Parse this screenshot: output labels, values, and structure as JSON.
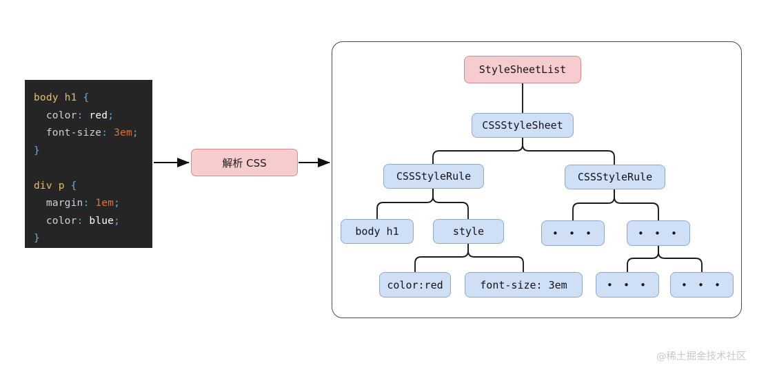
{
  "diagram": {
    "title": "CSS parsing to CSSOM structure",
    "colors": {
      "code_background": "#252526",
      "pink_fill": "#f7ccce",
      "pink_stroke": "#d98b90",
      "blue_fill": "#cfdff5",
      "blue_stroke": "#8fa8cc",
      "container_stroke": "#4a4a52",
      "link_stroke": "#1a1a1a",
      "watermark": "#c9c9c9"
    }
  },
  "code_block": {
    "language": "css",
    "lines": [
      {
        "tokens": [
          {
            "t": "body h1 ",
            "c": "sel"
          },
          {
            "t": "{",
            "c": "brace"
          }
        ]
      },
      {
        "tokens": [
          {
            "t": "  color",
            "c": "prop"
          },
          {
            "t": ":",
            "c": "colon"
          },
          {
            "t": " red",
            "c": "val"
          },
          {
            "t": ";",
            "c": "semi"
          }
        ]
      },
      {
        "tokens": [
          {
            "t": "  font-size",
            "c": "prop"
          },
          {
            "t": ":",
            "c": "colon"
          },
          {
            "t": " 3em",
            "c": "num"
          },
          {
            "t": ";",
            "c": "semi"
          }
        ]
      },
      {
        "tokens": [
          {
            "t": "}",
            "c": "brace"
          }
        ]
      },
      {
        "tokens": []
      },
      {
        "tokens": [
          {
            "t": "div p ",
            "c": "sel"
          },
          {
            "t": "{",
            "c": "brace"
          }
        ]
      },
      {
        "tokens": [
          {
            "t": "  margin",
            "c": "prop"
          },
          {
            "t": ":",
            "c": "colon"
          },
          {
            "t": " 1em",
            "c": "num"
          },
          {
            "t": ";",
            "c": "semi"
          }
        ]
      },
      {
        "tokens": [
          {
            "t": "  color",
            "c": "prop"
          },
          {
            "t": ":",
            "c": "colon"
          },
          {
            "t": " blue",
            "c": "val"
          },
          {
            "t": ";",
            "c": "semi"
          }
        ]
      },
      {
        "tokens": [
          {
            "t": "}",
            "c": "brace"
          }
        ]
      }
    ]
  },
  "process": {
    "parse_label": "解析 CSS"
  },
  "tree": {
    "nodes": {
      "stylesheetlist": "StyleSheetList",
      "cssstylesheet": "CSSStyleSheet",
      "cssstylerule_left": "CSSStyleRule",
      "cssstylerule_right": "CSSStyleRule",
      "selector": "body h1",
      "style": "style",
      "dots_r1a": "• • •",
      "dots_r1b": "• • •",
      "decl_color": "color:red",
      "decl_fontsize": "font-size: 3em",
      "dots_r2a": "• • •",
      "dots_r2b": "• • •"
    }
  },
  "watermark": {
    "text": "@稀土掘金技术社区"
  }
}
